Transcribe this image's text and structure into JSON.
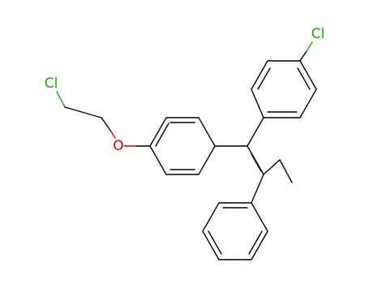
{
  "molecule": {
    "atoms": {
      "chlorine_top": "Cl",
      "chlorine_left": "Cl",
      "oxygen": "O"
    },
    "colors": {
      "bond": "#000000",
      "oxygen": "#d40000",
      "chlorine": "#2a9d1f",
      "background": "#ffffff"
    }
  }
}
